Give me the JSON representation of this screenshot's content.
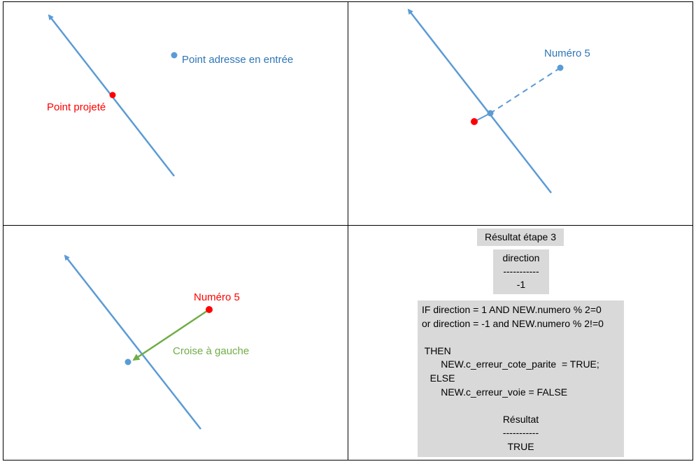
{
  "colors": {
    "line": "#5b9bd5",
    "point_blue": "#5b9bd5",
    "point_red": "#ff0000",
    "label_blue": "#2e75b6",
    "label_red": "#ff0000",
    "label_green": "#70ad47",
    "arrow_green": "#70ad47",
    "border": "#000000",
    "box_bg": "#d9d9d9"
  },
  "panel1": {
    "address_point_label": "Point adresse en entrée",
    "projected_point_label": "Point projeté"
  },
  "panel2": {
    "number_label": "Numéro 5"
  },
  "panel3": {
    "number_label": "Numéro 5",
    "cross_label": "Croise à gauche"
  },
  "panel4": {
    "result_step_label": "Résultat étape 3",
    "direction_box": {
      "header": "direction",
      "separator": "-----------",
      "value": "-1"
    },
    "code_lines": [
      "IF direction = 1 AND NEW.numero % 2=0",
      "or direction = -1 and NEW.numero % 2!=0",
      "",
      " THEN",
      "       NEW.c_erreur_cote_parite  = TRUE;",
      "   ELSE",
      "       NEW.c_erreur_voie = FALSE"
    ],
    "result_block": {
      "header": "Résultat",
      "separator": "-----------",
      "value": "TRUE"
    }
  }
}
